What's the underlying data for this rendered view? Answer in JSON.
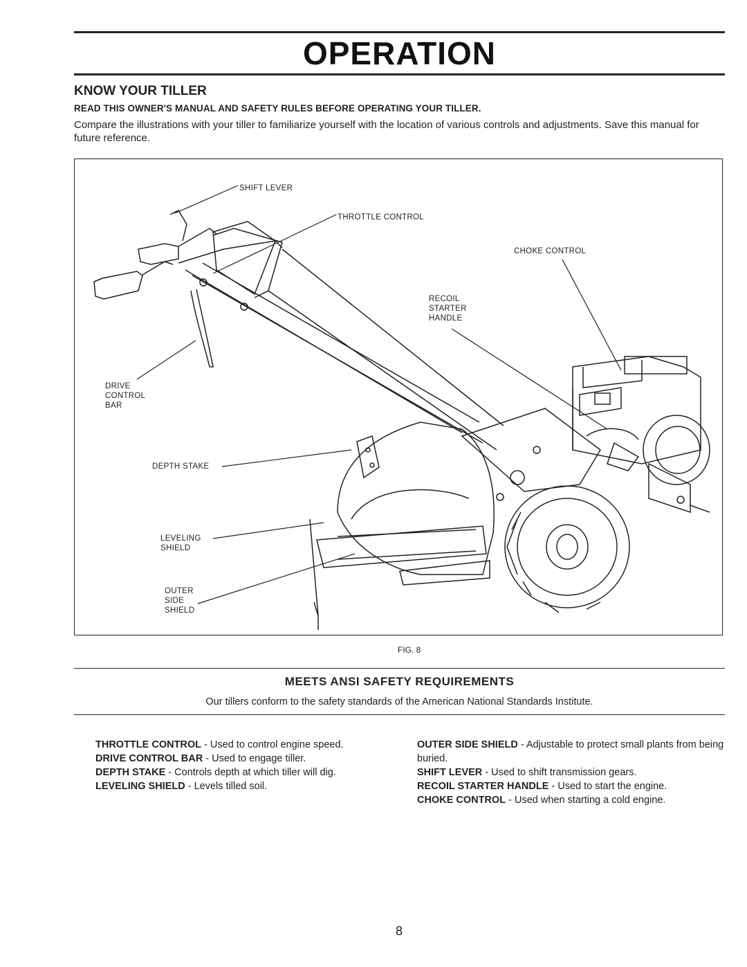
{
  "page": {
    "title": "OPERATION",
    "section_heading": "KNOW YOUR TILLER",
    "subheading": "READ THIS OWNER'S MANUAL AND SAFETY RULES BEFORE OPERATING YOUR TILLER.",
    "intro": "Compare the illustrations with your tiller to familiarize yourself with the location of various controls and adjustments. Save this manual for future reference.",
    "page_number": "8"
  },
  "figure": {
    "caption": "FIG. 8",
    "labels": {
      "shift_lever": "SHIFT LEVER",
      "throttle_control": "THROTTLE CONTROL",
      "choke_control": "CHOKE CONTROL",
      "recoil_starter_handle": [
        "RECOIL",
        "STARTER",
        "HANDLE"
      ],
      "drive_control_bar": [
        "DRIVE",
        "CONTROL",
        "BAR"
      ],
      "depth_stake": "DEPTH STAKE",
      "leveling_shield": [
        "LEVELING",
        "SHIELD"
      ],
      "outer_side_shield": [
        "OUTER",
        "SIDE",
        "SHIELD"
      ]
    }
  },
  "ansi": {
    "heading": "MEETS ANSI SAFETY REQUIREMENTS",
    "text": "Our tillers conform to the safety standards of the American National Standards Institute."
  },
  "descriptions": {
    "left": [
      {
        "term": "THROTTLE CONTROL",
        "text": " - Used to control engine speed."
      },
      {
        "term": "DRIVE CONTROL BAR",
        "text": " - Used to engage tiller."
      },
      {
        "term": "DEPTH STAKE",
        "text": " - Controls depth at which tiller will dig."
      },
      {
        "term": "LEVELING SHIELD",
        "text": " - Levels tilled soil."
      }
    ],
    "right": [
      {
        "term": "OUTER SIDE SHIELD",
        "text": " - Adjustable to protect small plants from being buried."
      },
      {
        "term": "SHIFT LEVER",
        "text": " - Used to shift transmission gears."
      },
      {
        "term": "RECOIL STARTER HANDLE",
        "text": " - Used to start the engine."
      },
      {
        "term": "CHOKE CONTROL",
        "text": " - Used when starting a cold engine."
      }
    ]
  }
}
